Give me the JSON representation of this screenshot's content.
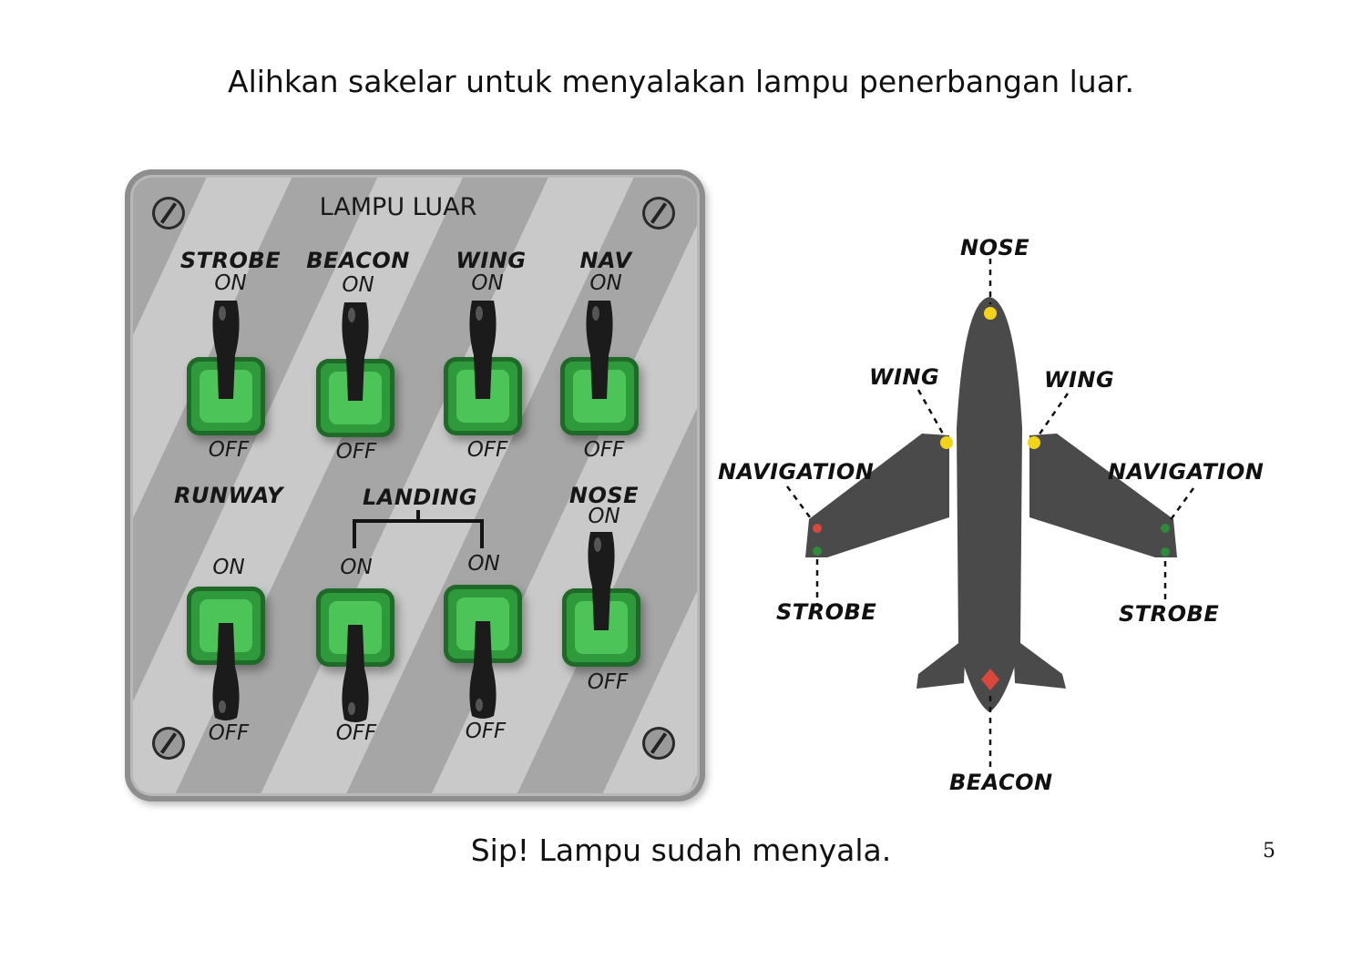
{
  "instruction": "Alihkan sakelar untuk menyalakan lampu penerbangan luar.",
  "footer": "Sip! Lampu sudah menyala.",
  "page_number": "5",
  "panel": {
    "title": "LAMPU LUAR",
    "state_on": "ON",
    "state_off": "OFF",
    "top_row": [
      {
        "name": "STROBE",
        "position": "on"
      },
      {
        "name": "BEACON",
        "position": "on"
      },
      {
        "name": "WING",
        "position": "on"
      },
      {
        "name": "NAV",
        "position": "on"
      }
    ],
    "bottom_row": {
      "runway": {
        "name": "RUNWAY",
        "position": "off"
      },
      "landing": {
        "name": "LANDING",
        "switches": [
          {
            "position": "off"
          },
          {
            "position": "off"
          }
        ]
      },
      "nose": {
        "name": "NOSE",
        "position": "on"
      }
    },
    "colors": {
      "switch_green": "#4cc458",
      "lever": "#1b1b1b",
      "panel": "#b0b0b0"
    }
  },
  "airplane": {
    "labels": {
      "nose": "NOSE",
      "wing_left": "WING",
      "wing_right": "WING",
      "nav_left": "NAVIGATION",
      "nav_right": "NAVIGATION",
      "strobe_left": "STROBE",
      "strobe_right": "STROBE",
      "beacon": "BEACON"
    },
    "colors": {
      "body": "#4a4a4a",
      "yellow_light": "#f2d21b",
      "red_light": "#d9483b",
      "green_light": "#2e8b3a"
    }
  }
}
